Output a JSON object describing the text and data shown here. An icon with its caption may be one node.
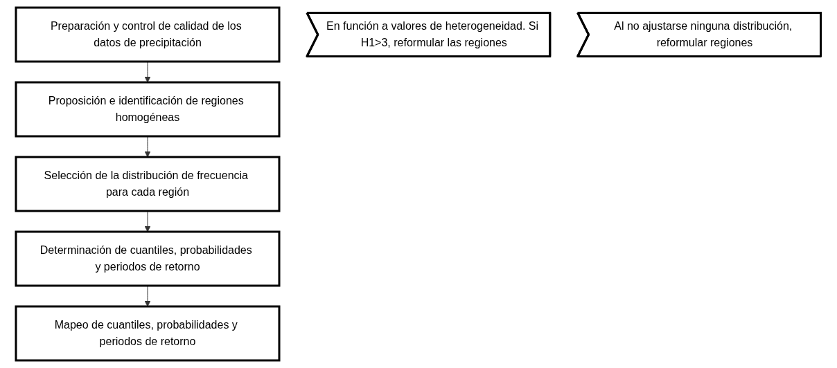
{
  "diagram": {
    "nodes": [
      {
        "text": [
          "Preparación y control de calidad de los datos de precipitación"
        ]
      },
      {
        "text": [
          "Proposición e identificación de regiones homogéneas"
        ]
      },
      {
        "text": [
          "Selección de la distribución de frecuencia para cada región"
        ]
      },
      {
        "text": [
          "Determinación de cuantiles, probabilidades y periodos de retorno"
        ]
      },
      {
        "text": [
          "Mapeo de cuantiles, probabilidades y periodos de retorno"
        ]
      },
      {
        "text": [
          "En función a valores de heterogeneidad. Si H1>3, reformular las regiones"
        ]
      },
      {
        "text": [
          "Al no ajustarse ninguna distribución, reformular regiones"
        ]
      }
    ],
    "edges": [
      {
        "from": 0,
        "to": 1,
        "arrow": "to"
      },
      {
        "from": 1,
        "to": 2,
        "arrow": "to"
      },
      {
        "from": 2,
        "to": 3,
        "arrow": "to"
      },
      {
        "from": 3,
        "to": 4,
        "arrow": "to"
      }
    ]
  }
}
